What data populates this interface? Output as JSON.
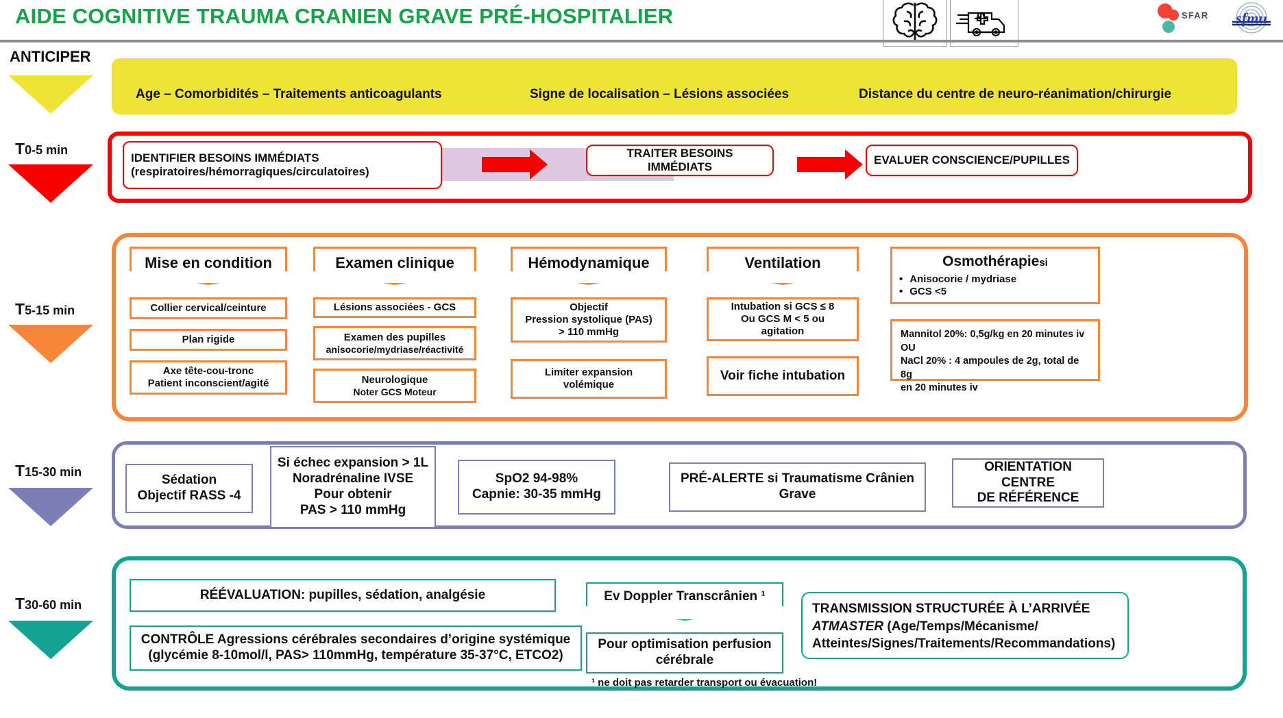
{
  "header": {
    "title": "AIDE COGNITIVE TRAUMA CRANIEN GRAVE PRÉ-HOSPITALIER",
    "title_color": "#16a34a",
    "logos": [
      {
        "name": "brain-icon",
        "label": "brain"
      },
      {
        "name": "ambulance-icon",
        "label": "ambulance"
      },
      {
        "name": "sfar-logo",
        "label": "SFAR"
      },
      {
        "name": "sfmu-logo",
        "label": "sfmu"
      }
    ]
  },
  "anticiper": {
    "label": "ANTICIPER",
    "color": "#efe436",
    "items": [
      "Age – Comorbidités – Traitements anticoagulants",
      "Signe de localisation – Lésions associées",
      "Distance du centre de neuro-réanimation/chirurgie"
    ]
  },
  "t0_5": {
    "time_prefix": "T",
    "time_value": "0-5 min",
    "color": "#f60000",
    "boxes": [
      {
        "line1": "IDENTIFIER BESOINS IMMÉDIATS",
        "line2": "(respiratoires/hémorragiques/circulatoires)"
      },
      {
        "line1": "TRAITER BESOINS IMMÉDIATS",
        "line2": ""
      },
      {
        "line1": "EVALUER CONSCIENCE/PUPILLES",
        "line2": ""
      }
    ]
  },
  "t5_15": {
    "time_prefix": "T",
    "time_value": "5-15 min",
    "color": "#f7863b",
    "columns": [
      {
        "header": "Mise en condition",
        "items": [
          {
            "lines": [
              "Collier cervical/ceinture"
            ]
          },
          {
            "lines": [
              "Plan rigide"
            ]
          },
          {
            "lines": [
              "Axe tête-cou-tronc",
              "Patient inconscient/agité"
            ]
          }
        ]
      },
      {
        "header": "Examen clinique",
        "items": [
          {
            "lines": [
              "Lésions associées - GCS"
            ]
          },
          {
            "lines": [
              "Examen des pupilles",
              "anisocorie/mydriase/réactivité"
            ]
          },
          {
            "lines": [
              "Neurologique",
              "Noter GCS Moteur"
            ]
          }
        ]
      },
      {
        "header": "Hémodynamique",
        "items": [
          {
            "lines": [
              "Objectif",
              "Pression systolique (PAS)",
              "> 110 mmHg"
            ]
          },
          {
            "lines": [
              "Limiter expansion",
              "volémique"
            ]
          }
        ]
      },
      {
        "header": "Ventilation",
        "items": [
          {
            "lines": [
              "Intubation si GCS ≤ 8",
              "Ou GCS M < 5 ou",
              "agitation"
            ]
          },
          {
            "lines": [
              "Voir fiche intubation"
            ]
          }
        ]
      }
    ],
    "osmotherapie": {
      "title": "Osmothérapie",
      "title_suffix": "si",
      "bullets": [
        "Anisocorie / mydriase",
        "GCS <5"
      ],
      "dosing": [
        "Mannitol 20%:  0,5g/kg en 20 minutes iv",
        "OU",
        "NaCl 20% : 4 ampoules de 2g, total de 8g",
        "en 20 minutes iv"
      ]
    }
  },
  "t15_30": {
    "time_prefix": "T",
    "time_value": "15-30 min",
    "color": "#7b7fb5",
    "boxes": [
      {
        "lines": [
          "Sédation",
          "Objectif RASS -4"
        ]
      },
      {
        "lines": [
          "Si échec expansion > 1L",
          "Noradrénaline IVSE",
          "Pour obtenir",
          "PAS > 110 mmHg"
        ]
      },
      {
        "lines": [
          "SpO2 94-98%",
          "Capnie: 30-35 mmHg"
        ]
      },
      {
        "lines": [
          "PRÉ-ALERTE si Traumatisme Crânien Grave"
        ]
      },
      {
        "lines": [
          "ORIENTATION CENTRE",
          "DE RÉFÉRENCE"
        ]
      }
    ]
  },
  "t30_60": {
    "time_prefix": "T",
    "time_value": "30-60 min",
    "color": "#14a393",
    "boxes": [
      {
        "lines": [
          "RÉÉVALUATION: pupilles, sédation, analgésie"
        ]
      },
      {
        "lines": [
          "CONTRÔLE Agressions cérébrales secondaires d’origine systémique",
          "(glycémie 8-10mol/l,  PAS> 110mmHg, température 35-37°C, ETCO2)"
        ]
      },
      {
        "lines": [
          "Ev Doppler Transcrânien ¹"
        ]
      },
      {
        "lines": [
          "Pour optimisation perfusion",
          "cérébrale"
        ]
      }
    ],
    "transmission": {
      "title": "TRANSMISSION STRUCTURÉE À L’ARRIVÉE",
      "acronym": "ATMASTER",
      "expansion_line1": " (Age/Temps/Mécanisme/",
      "expansion_line2": "Atteintes/Signes/Traitements/Recommandations)"
    },
    "footnote": "¹ ne doit pas retarder transport ou évacuation!"
  }
}
